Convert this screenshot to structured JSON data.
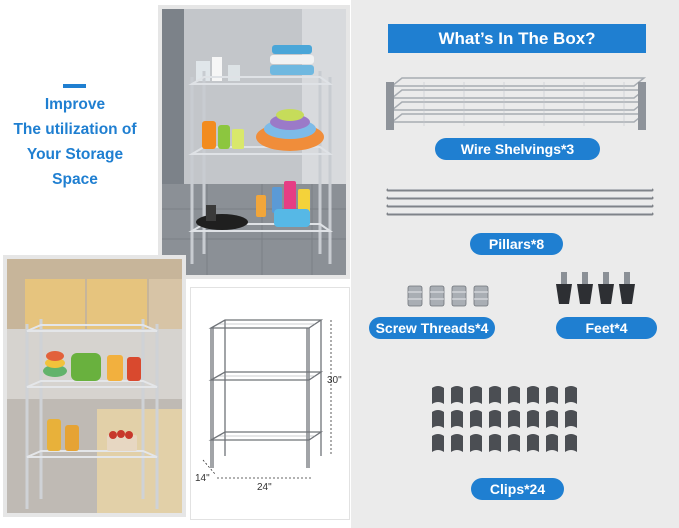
{
  "headline": {
    "lines": [
      "Improve",
      "The utilization of",
      "Your Storage",
      "Space"
    ]
  },
  "dimensions": {
    "height": "30\"",
    "depth": "14\"",
    "width": "24\""
  },
  "box": {
    "title": "What’s In The Box?",
    "items": [
      {
        "label": "Wire Shelvings*3"
      },
      {
        "label": "Pillars*8"
      },
      {
        "label": "Screw Threads*4"
      },
      {
        "label": "Feet*4"
      },
      {
        "label": "Clips*24"
      }
    ]
  },
  "colors": {
    "accent": "#1f7fd1",
    "panel_bg": "#ebebeb",
    "chrome": "#b8bcc2"
  }
}
